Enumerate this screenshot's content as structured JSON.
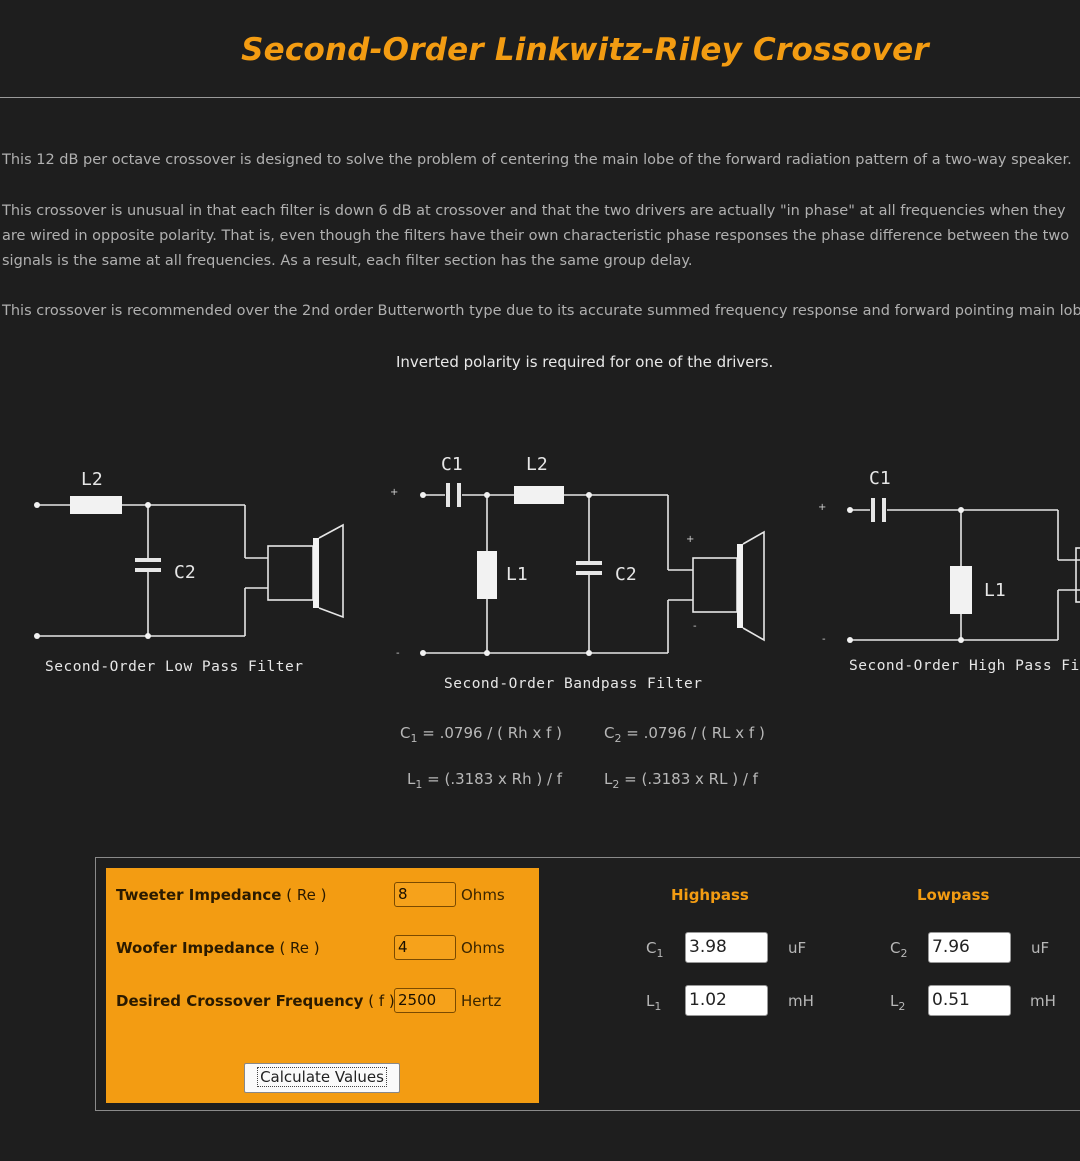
{
  "title": "Second-Order Linkwitz-Riley Crossover",
  "paragraphs": [
    "This 12 dB per octave crossover is designed to solve the problem of centering the main lobe of the forward radiation pattern of a two-way speaker.",
    "This crossover is unusual in that each filter is down 6 dB at crossover and that the two drivers are actually \"in phase\" at all frequencies when they",
    "are wired in opposite polarity. That is, even though the filters have their own characteristic phase responses the phase difference between the two",
    "signals is the same at all frequencies. As a result, each filter section has the same group delay.",
    "This crossover is recommended over the 2nd order Butterworth type due to its accurate summed frequency response and forward pointing main lobe."
  ],
  "note": "Inverted polarity is required for one of the drivers.",
  "schematics": {
    "lowpass": {
      "caption": "Second-Order Low Pass Filter",
      "l_label": "L2",
      "c_label": "C2"
    },
    "bandpass": {
      "caption": "Second-Order Bandpass Filter",
      "c1": "C1",
      "l2": "L2",
      "l1": "L1",
      "c2": "C2"
    },
    "highpass": {
      "caption": "Second-Order High Pass Filter",
      "c_label": "C1",
      "l_label": "L1"
    },
    "plus": "+",
    "minus": "-"
  },
  "formulas": {
    "c1": {
      "sym": "C",
      "sub": "1",
      "expr": " = .0796 / ( Rh x f )"
    },
    "c2": {
      "sym": "C",
      "sub": "2",
      "expr": " = .0796 / ( RL x f )"
    },
    "l1": {
      "sym": "L",
      "sub": "1",
      "expr": " = (.3183 x Rh ) / f"
    },
    "l2": {
      "sym": "L",
      "sub": "2",
      "expr": " = (.3183 x RL ) / f"
    }
  },
  "form": {
    "tweeter": {
      "label": "Tweeter Impedance",
      "paren": " ( Re )",
      "value": "8",
      "unit": "Ohms"
    },
    "woofer": {
      "label": "Woofer Impedance",
      "paren": " ( Re )",
      "value": "4",
      "unit": "Ohms"
    },
    "freq": {
      "label": "Desired Crossover Frequency",
      "paren": " ( f )",
      "value": "2500",
      "unit": "Hertz"
    },
    "button": "Calculate Values"
  },
  "results": {
    "highpass": {
      "heading": "Highpass",
      "c": {
        "sym": "C",
        "sub": "1",
        "value": "3.98",
        "unit": "uF"
      },
      "l": {
        "sym": "L",
        "sub": "1",
        "value": "1.02",
        "unit": "mH"
      }
    },
    "lowpass": {
      "heading": "Lowpass",
      "c": {
        "sym": "C",
        "sub": "2",
        "value": "7.96",
        "unit": "uF"
      },
      "l": {
        "sym": "L",
        "sub": "2",
        "value": "0.51",
        "unit": "mH"
      }
    }
  }
}
